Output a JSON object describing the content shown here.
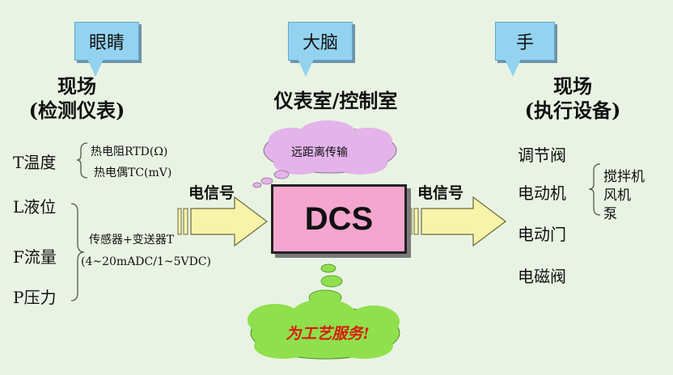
{
  "left": {
    "callout": "眼睛",
    "heading_line1": "现场",
    "heading_line2": "(检测仪表)",
    "temperature": "T温度",
    "rtd": "热电阻RTD(Ω)",
    "tc": "热电偶TC(mV)",
    "level": "L液位",
    "flow": "F流量",
    "pressure": "P压力",
    "transmitter": "传感器+变送器T",
    "signal_range": "(4~20mADC/1~5VDC)"
  },
  "center": {
    "callout": "大脑",
    "heading": "仪表室/控制室",
    "cloud_top": "远距离传输",
    "box": "DCS",
    "cloud_bottom": "为工艺服务!"
  },
  "right": {
    "callout": "手",
    "heading_line1": "现场",
    "heading_line2": "(执行设备)",
    "valve": "调节阀",
    "motor": "电动机",
    "motor_items": [
      "搅拌机",
      "风机",
      "泵"
    ],
    "door": "电动门",
    "solenoid": "电磁阀"
  },
  "signals": {
    "left": "电信号",
    "right": "电信号"
  },
  "colors": {
    "background": "#e9f3e3",
    "callout": "#93d3f0",
    "cloud_top": "#e3b3ea",
    "cloud_bottom": "#8fe04c",
    "box": "#f4a6cf",
    "arrow": "#f7f3a8",
    "cloud_text": "#d81b0d"
  }
}
